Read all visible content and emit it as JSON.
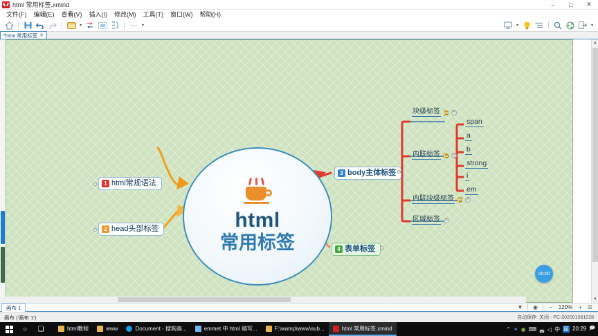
{
  "window": {
    "title": "html 常用标签.xmind",
    "app_icon": "xmind-icon",
    "minimize": "–",
    "maximize": "□",
    "close": "✕"
  },
  "menubar": {
    "items": [
      {
        "label": "文件(F)",
        "name": "menu-file"
      },
      {
        "label": "编辑(E)",
        "name": "menu-edit"
      },
      {
        "label": "查看(V)",
        "name": "menu-view"
      },
      {
        "label": "插入(I)",
        "name": "menu-insert"
      },
      {
        "label": "修改(M)",
        "name": "menu-modify"
      },
      {
        "label": "工具(T)",
        "name": "menu-tools"
      },
      {
        "label": "窗口(W)",
        "name": "menu-window"
      },
      {
        "label": "帮助(H)",
        "name": "menu-help"
      }
    ]
  },
  "toolbar": {
    "left": [
      {
        "name": "home-icon",
        "glyph": "⌂"
      },
      {
        "name": "save-icon",
        "glyph": "▤"
      },
      {
        "name": "undo-icon",
        "glyph": "↶"
      },
      {
        "name": "redo-icon",
        "glyph": "↷"
      },
      {
        "name": "topic-icon",
        "glyph": "▭"
      },
      {
        "name": "topic-dropdown-caret-icon",
        "glyph": "▾"
      },
      {
        "name": "relationship-icon",
        "glyph": "⇄"
      },
      {
        "name": "boundary-icon",
        "glyph": "▨"
      },
      {
        "name": "summary-icon",
        "glyph": "❙}"
      },
      {
        "name": "more-tools-icon",
        "glyph": "⋯"
      },
      {
        "name": "more-tools-caret-icon",
        "glyph": "▾"
      }
    ],
    "right": [
      {
        "name": "presentation-icon",
        "glyph": "▣"
      },
      {
        "name": "presentation-caret-icon",
        "glyph": "▾"
      },
      {
        "name": "brainstorm-icon",
        "glyph": "💡"
      },
      {
        "name": "outline-icon",
        "glyph": "☰"
      },
      {
        "name": "search-icon",
        "glyph": "🔍"
      },
      {
        "name": "share-icon",
        "glyph": "⛭"
      },
      {
        "name": "export-icon",
        "glyph": "⇥"
      },
      {
        "name": "export-caret-icon",
        "glyph": "▾"
      }
    ]
  },
  "doc_tab": {
    "label": "*html 常用标签",
    "close": "✕"
  },
  "map": {
    "central": {
      "line1": "html",
      "line2": "常用标签",
      "icon": "coffee-cup-icon"
    },
    "left_topics": [
      {
        "badge": "1",
        "badge_color": "#e0342b",
        "label": "html常规语法"
      },
      {
        "badge": "2",
        "badge_color": "#eb9a2b",
        "label": "head头部标签"
      }
    ],
    "right_topics": [
      {
        "badge": "3",
        "badge_color": "#2f7fd0",
        "label": "body主体标签"
      },
      {
        "badge": "4",
        "badge_color": "#46a83c",
        "label": "表单标签"
      }
    ],
    "body_children": [
      {
        "label": "块级标签",
        "note": true,
        "marker": "④"
      },
      {
        "label": "内联标签",
        "note": true,
        "marker": "◎"
      },
      {
        "label": "内联块级标签",
        "note": true,
        "marker": "◎"
      },
      {
        "label": "区域标签",
        "note": false,
        "marker": "◎"
      }
    ],
    "inline_leaves": [
      "span",
      "a",
      "b",
      "strong",
      "i",
      "em"
    ],
    "timer": "00:00"
  },
  "sheetbar": {
    "sheet_label": "画布 1",
    "filter_icon": "filter-icon",
    "eye_icon": "eye-icon",
    "zoom_out": "−",
    "zoom_value": "120%",
    "zoom_in": "+",
    "zoom_menu": "☰"
  },
  "statusbar": {
    "left": "画布 ('画布 1')",
    "right": "自动保存: 关闭  -  PC-202001061028"
  },
  "taskbar": {
    "start_icon": "windows-start-icon",
    "search_icon": "search-circle-icon",
    "taskview_icon": "task-view-icon",
    "items": [
      {
        "label": "html教程",
        "color": "#e8b54a",
        "active": false
      },
      {
        "label": "www",
        "color": "#e8b54a",
        "active": false
      },
      {
        "label": "Document - 搜狗高...",
        "color": "#1b9be0",
        "active": false
      },
      {
        "label": "emmet 中 html 缩写...",
        "color": "#6fb7e8",
        "active": false
      },
      {
        "label": "F:\\wamp\\www\\sub...",
        "color": "#e8b54a",
        "active": false
      },
      {
        "label": "html 常用标签.xmind",
        "color": "#cf2026",
        "active": true
      }
    ],
    "tray": {
      "chevron": "⌃",
      "bluetooth": "✶",
      "shield": "◉",
      "keyboard": "⌨",
      "network": "◛",
      "volume": "◁",
      "ime": "中",
      "ime_box": "図",
      "clock": "20:29",
      "notification": "🗩"
    }
  }
}
